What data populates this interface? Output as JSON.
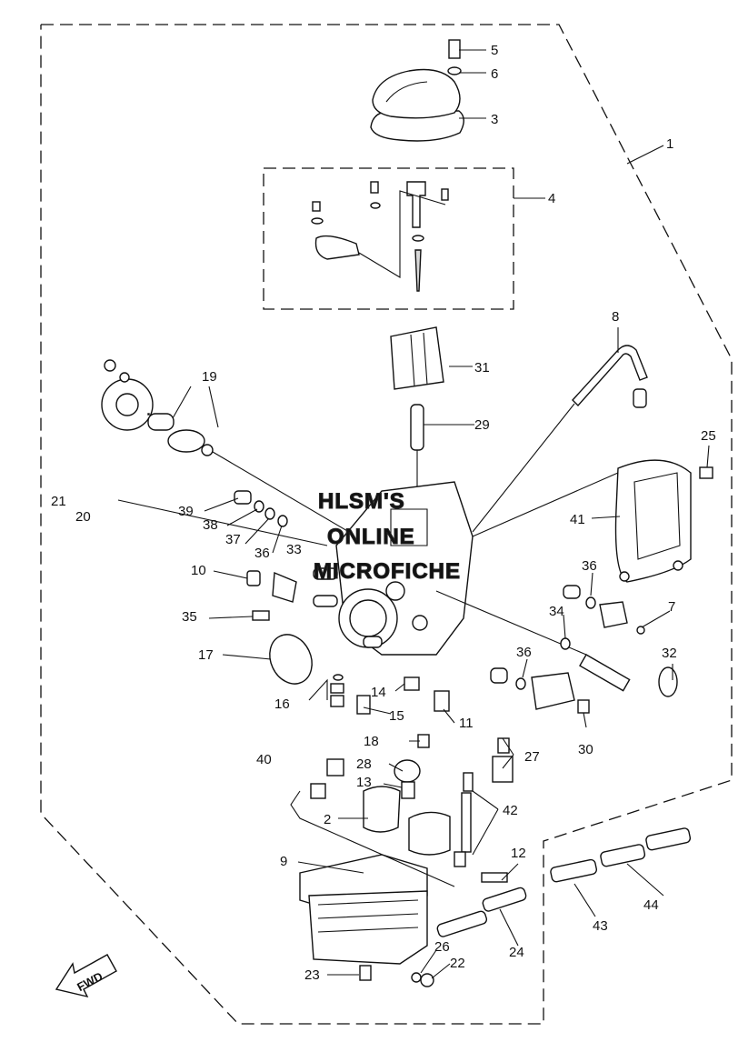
{
  "watermark": [
    "HLSM'S",
    "ONLINE",
    "MICROFICHE"
  ],
  "badge": "FWD",
  "callouts": [
    "1",
    "2",
    "3",
    "4",
    "5",
    "6",
    "7",
    "8",
    "9",
    "10",
    "11",
    "12",
    "13",
    "14",
    "15",
    "16",
    "17",
    "18",
    "19",
    "20",
    "21",
    "22",
    "23",
    "24",
    "25",
    "26",
    "27",
    "28",
    "29",
    "30",
    "31",
    "32",
    "33",
    "34",
    "35",
    "36",
    "37",
    "38",
    "39",
    "40",
    "41",
    "42",
    "43",
    "44"
  ]
}
